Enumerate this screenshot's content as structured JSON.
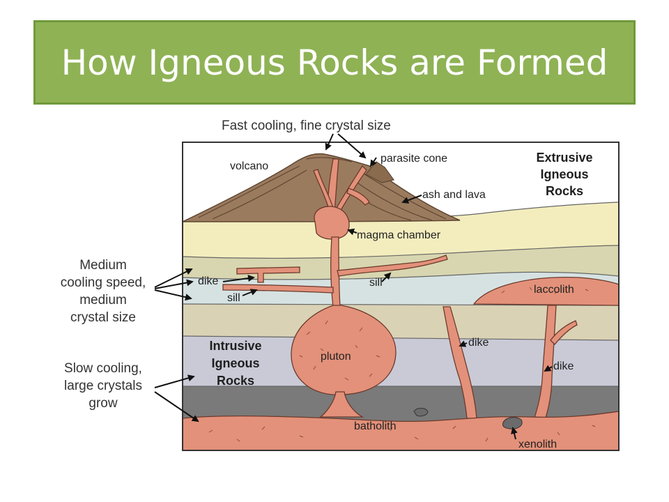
{
  "slide": {
    "title": "How Igneous Rocks are Formed"
  },
  "diagram": {
    "top_note": "Fast cooling, fine crystal size",
    "labels": {
      "volcano": "volcano",
      "parasite_cone": "parasite cone",
      "ash_and_lava": "ash and lava",
      "magma_chamber": "magma chamber",
      "dike": "dike",
      "sill": "sill",
      "laccolith": "laccolith",
      "pluton": "pluton",
      "batholith": "batholith",
      "xenolith": "xenolith"
    },
    "extrusive": [
      "Extrusive",
      "Igneous",
      "Rocks"
    ],
    "intrusive": [
      "Intrusive",
      "Igneous",
      "Rocks"
    ],
    "medium_note": [
      "Medium",
      "cooling speed,",
      "medium",
      "crystal size"
    ],
    "slow_note": [
      "Slow cooling,",
      "large crystals",
      "grow"
    ]
  },
  "colors": {
    "title_bg": "#8fb255",
    "magma": "#e3917a",
    "volcano": "#9b7b5e",
    "layer_cream": "#f3edbe",
    "layer_khaki": "#d8d6b0",
    "layer_light_blue": "#d6e2e2",
    "layer_tan": "#dad2b5",
    "layer_grey_blue": "#c9cad6",
    "layer_dark_grey": "#7a7a7a"
  }
}
